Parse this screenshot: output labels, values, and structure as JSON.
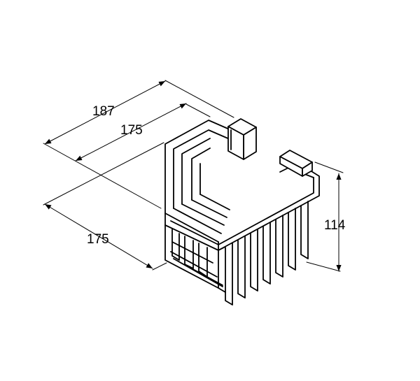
{
  "dimensions": {
    "depth_overall": "187",
    "depth_inner": "175",
    "width": "175",
    "height": "114"
  },
  "colors": {
    "ink": "#000000",
    "background": "#ffffff"
  }
}
